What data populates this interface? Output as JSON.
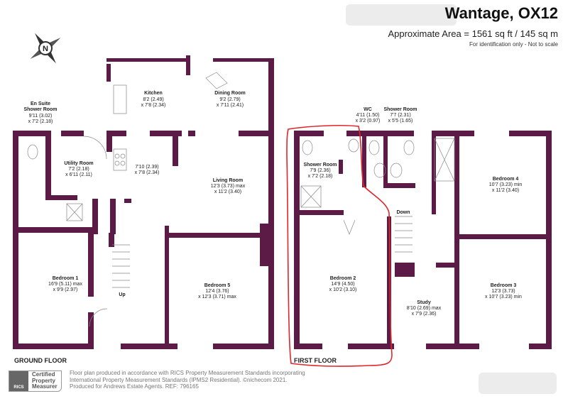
{
  "header": {
    "title": "Wantage, OX12",
    "area": "Approximate Area = 1561 sq ft / 145 sq m",
    "note": "For identification only - Not to scale"
  },
  "compass": {
    "label": "N"
  },
  "floors": {
    "ground": "GROUND FLOOR",
    "first": "FIRST FLOOR"
  },
  "rooms": [
    {
      "name": "Kitchen",
      "dims": [
        "8'2 (2.49)",
        "x 7'8 (2.34)"
      ]
    },
    {
      "name": "Dining Room",
      "dims": [
        "9'2 (2.79)",
        "x 7'11 (2.41)"
      ]
    },
    {
      "name": "En Suite",
      "name2": "Shower Room",
      "dims": [
        "9'11 (3.02)",
        "x 7'2 (2.18)"
      ]
    },
    {
      "name": "Utility  Room",
      "dims": [
        "7'2 (2.18)",
        "x 6'11 (2.11)"
      ]
    },
    {
      "name": "",
      "dims": [
        "7'10 (2.39)",
        "x 7'8 (2.34)"
      ]
    },
    {
      "name": "Living Room",
      "dims": [
        "12'3 (3.73) max",
        "x 11'2 (3.40)"
      ]
    },
    {
      "name": "Bedroom 1",
      "dims": [
        "16'9 (5.11) max",
        "x 9'9 (2.97)"
      ]
    },
    {
      "name": "Bedroom 5",
      "dims": [
        "12'4 (3.76)",
        "x 12'3 (3.71) max"
      ]
    },
    {
      "name": "WC",
      "dims": [
        "4'11 (1.50)",
        "x 3'2 (0.97)"
      ]
    },
    {
      "name": "Shower Room",
      "dims": [
        "7'7 (2.31)",
        "x 5'5 (1.65)"
      ]
    },
    {
      "name": "Shower Room",
      "dims": [
        "7'9 (2.36)",
        "x 7'2 (2.18)"
      ]
    },
    {
      "name": "Bedroom 4",
      "dims": [
        "10'7 (3.23) min",
        "x 11'2 (3.40)"
      ]
    },
    {
      "name": "Bedroom 2",
      "dims": [
        "14'9 (4.50)",
        "x 10'2 (3.10)"
      ]
    },
    {
      "name": "Study",
      "dims": [
        "8'10 (2.69) max",
        "x 7'9 (2.36)"
      ]
    },
    {
      "name": "Bedroom 3",
      "dims": [
        "12'3 (3.73)",
        "x 10'7 (3.23) min"
      ]
    }
  ],
  "stairs": {
    "up": "Up",
    "down": "Down"
  },
  "footer": {
    "badge_logo": "RICS",
    "badge": [
      "Certified",
      "Property",
      "Measurer"
    ],
    "lines": [
      "Floor plan produced in accordance with RICS Property Measurement Standards incorporating",
      "International Property Measurement Standards (IPMS2 Residential).  ©nichecom 2021.",
      "Produced for Andrews Estate Agents.   REF:   796165"
    ]
  },
  "colors": {
    "wall": "#5c1a47",
    "annotation": "#e0262b"
  }
}
